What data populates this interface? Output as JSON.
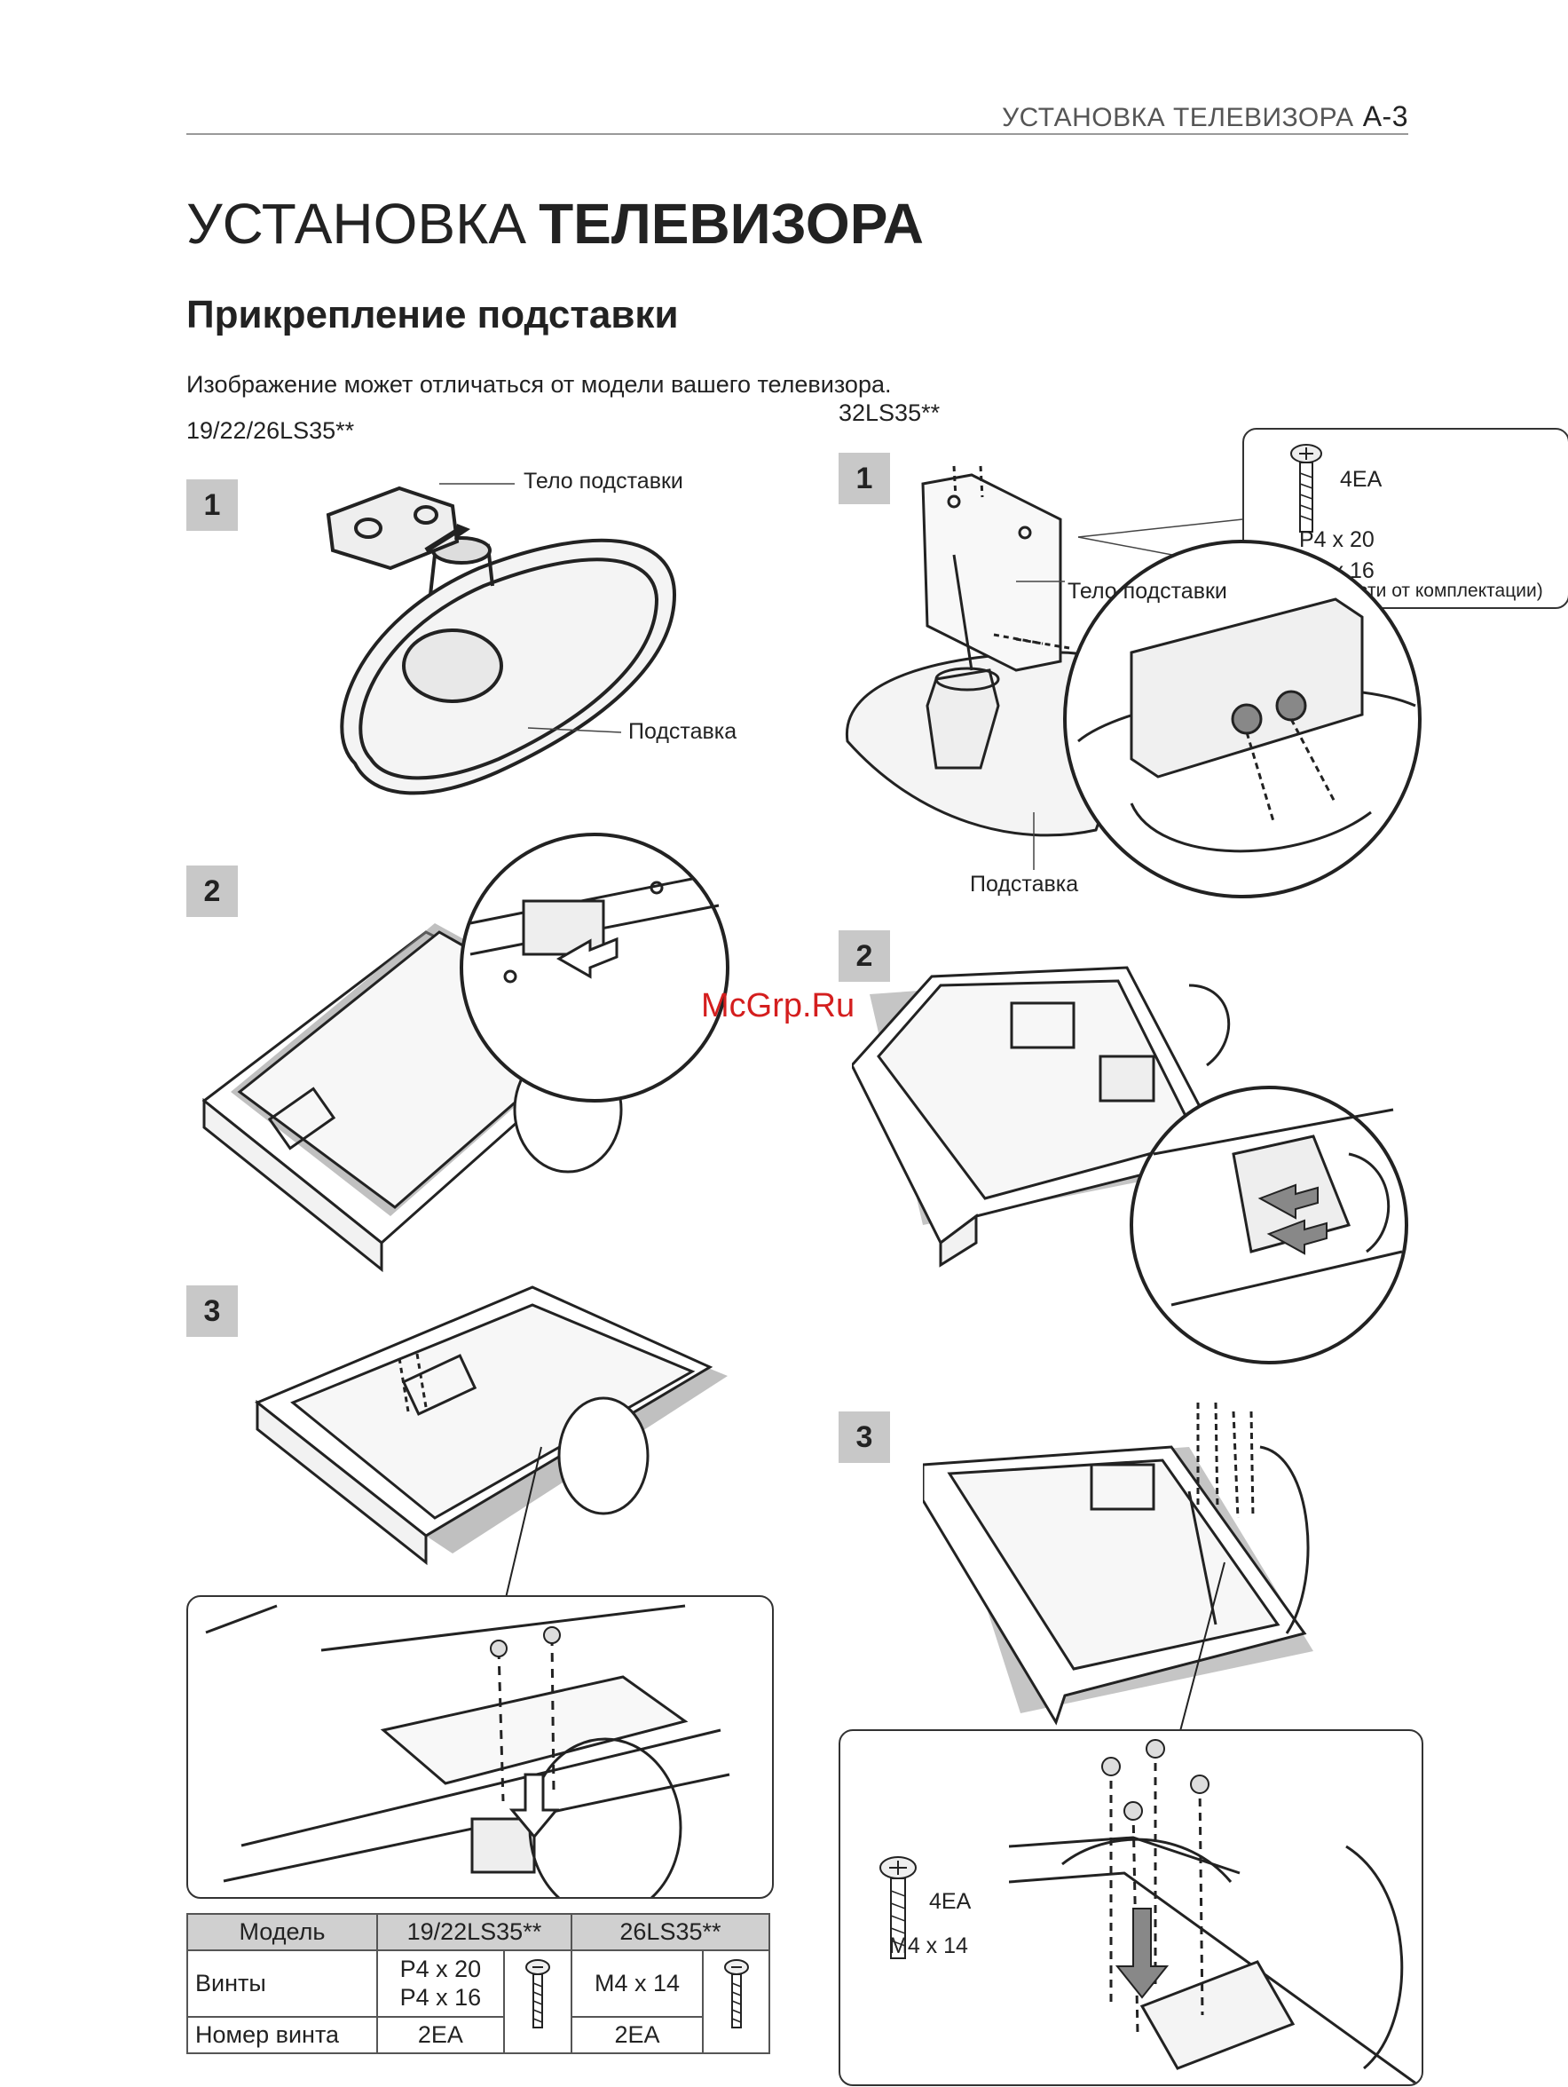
{
  "header": {
    "section": "УСТАНОВКА ТЕЛЕВИЗОРА",
    "page": "A-3"
  },
  "title": {
    "light": "УСТАНОВКА",
    "bold": "ТЕЛЕВИЗОРА"
  },
  "subtitle": "Прикрепление подставки",
  "note": "Изображение может отличаться от модели вашего телевизора.",
  "watermark": "McGrp.Ru",
  "left": {
    "model": "19/22/26LS35**",
    "steps": [
      "1",
      "2",
      "3"
    ],
    "labels": {
      "stand_body": "Тело подставки",
      "stand": "Подставка"
    }
  },
  "right": {
    "model": "32LS35**",
    "steps": [
      "1",
      "2",
      "3"
    ],
    "labels": {
      "stand_body": "Тело подставки",
      "stand": "Подставка"
    },
    "screw_box": {
      "qty": "4EA",
      "size1": "P4 x 20",
      "size2": "P4 x 16",
      "note": "(в зависимости от комплектации)"
    },
    "step3_box": {
      "qty": "4EA",
      "size": "M4 x 14"
    }
  },
  "table": {
    "headers": [
      "Модель",
      "19/22LS35**",
      "26LS35**"
    ],
    "row_screws": {
      "label": "Винты",
      "a1": "P4 x 20",
      "a2": "P4 x 16",
      "b": "M4 x 14"
    },
    "row_number": {
      "label": "Номер винта",
      "a": "2EA",
      "b": "2EA"
    }
  },
  "icons": [
    "screw-icon"
  ]
}
